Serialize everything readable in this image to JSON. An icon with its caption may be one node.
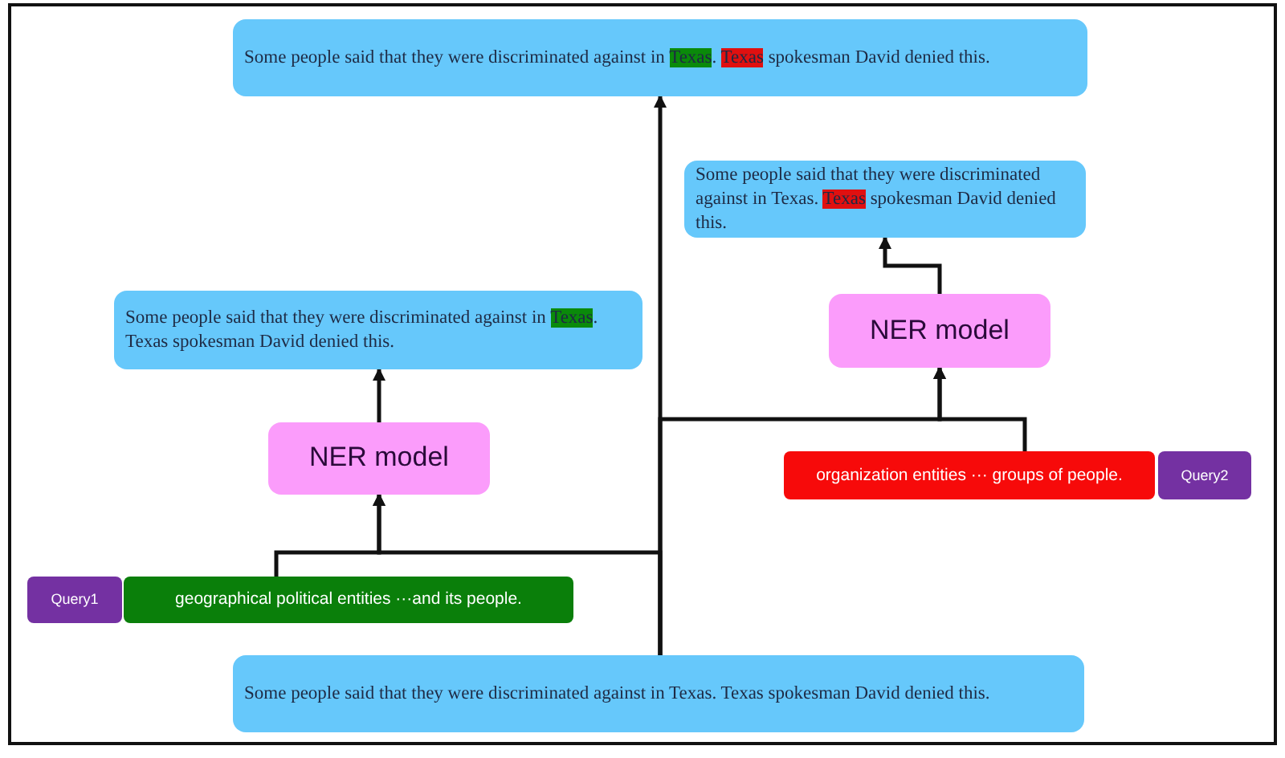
{
  "diagram": {
    "nodes": [
      {
        "text": [
          "Some people said that they were discriminated against in Texas. Texas spokesman David denied this."
        ]
      },
      {
        "text": [
          "Some people said that they were discriminated against in Texas. Texas spokesman David denied this."
        ]
      },
      {
        "text": [
          "Some people said that they were discriminated against in Texas. Texas spokesman David denied this."
        ]
      },
      {
        "text": [
          "NER model"
        ]
      },
      {
        "text": [
          "NER model"
        ]
      },
      {
        "text": [
          "organization entities ··· groups of people."
        ]
      },
      {
        "text": [
          "Query2"
        ]
      },
      {
        "text": [
          "Query1"
        ]
      },
      {
        "text": [
          "geographical political entities ···and its people."
        ]
      },
      {
        "text": [
          "Some people said that they were discriminated against in Texas. Texas spokesman David denied this."
        ]
      }
    ],
    "edges": [
      {
        "from": 9,
        "to": 0,
        "arrow": "to"
      },
      {
        "from": 9,
        "to": 4,
        "arrow": "to"
      },
      {
        "from": 8,
        "to": 4,
        "arrow": "to"
      },
      {
        "from": 9,
        "to": 3,
        "arrow": "to"
      },
      {
        "from": 5,
        "to": 3,
        "arrow": "to"
      },
      {
        "from": 4,
        "to": 2,
        "arrow": "to"
      },
      {
        "from": 3,
        "to": 1,
        "arrow": "to"
      }
    ]
  }
}
